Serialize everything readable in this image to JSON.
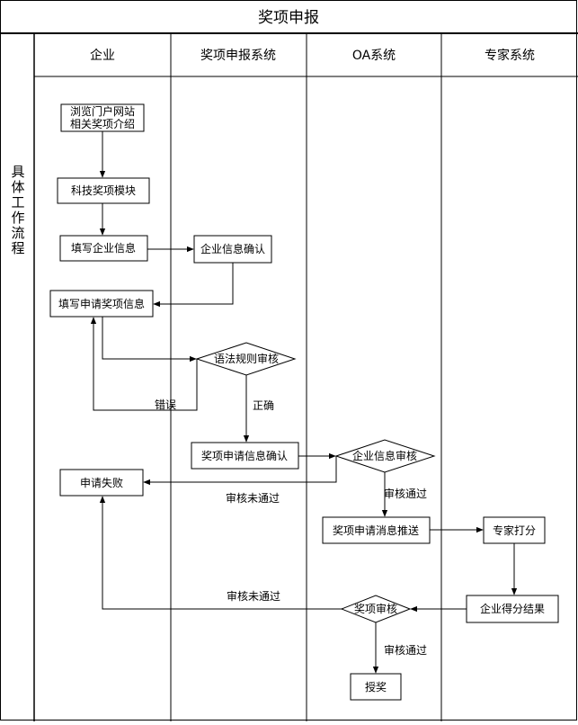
{
  "diagram": {
    "title": "奖项申报",
    "row_label": "具体工作流程",
    "lanes": [
      "企业",
      "奖项申报系统",
      "OA系统",
      "专家系统"
    ],
    "nodes": {
      "browse_portal_line1": "浏览门户网站",
      "browse_portal_line2": "相关奖项介绍",
      "sci_tech_award_module": "科技奖项模块",
      "fill_company_info": "填写企业信息",
      "company_info_confirm": "企业信息确认",
      "fill_award_info": "填写申请奖项信息",
      "grammar_rule_review": "语法规则审核",
      "award_info_confirm": "奖项申请信息确认",
      "company_info_review": "企业信息审核",
      "application_failed": "申请失败",
      "award_message_push": "奖项申请消息推送",
      "expert_scoring": "专家打分",
      "company_score_result": "企业得分结果",
      "award_review": "奖项审核",
      "grant_award": "授奖"
    },
    "edge_labels": {
      "error": "错误",
      "correct": "正确",
      "review_failed_1": "审核未通过",
      "review_passed_1": "审核通过",
      "review_failed_2": "审核未通过",
      "review_passed_2": "审核通过"
    }
  }
}
